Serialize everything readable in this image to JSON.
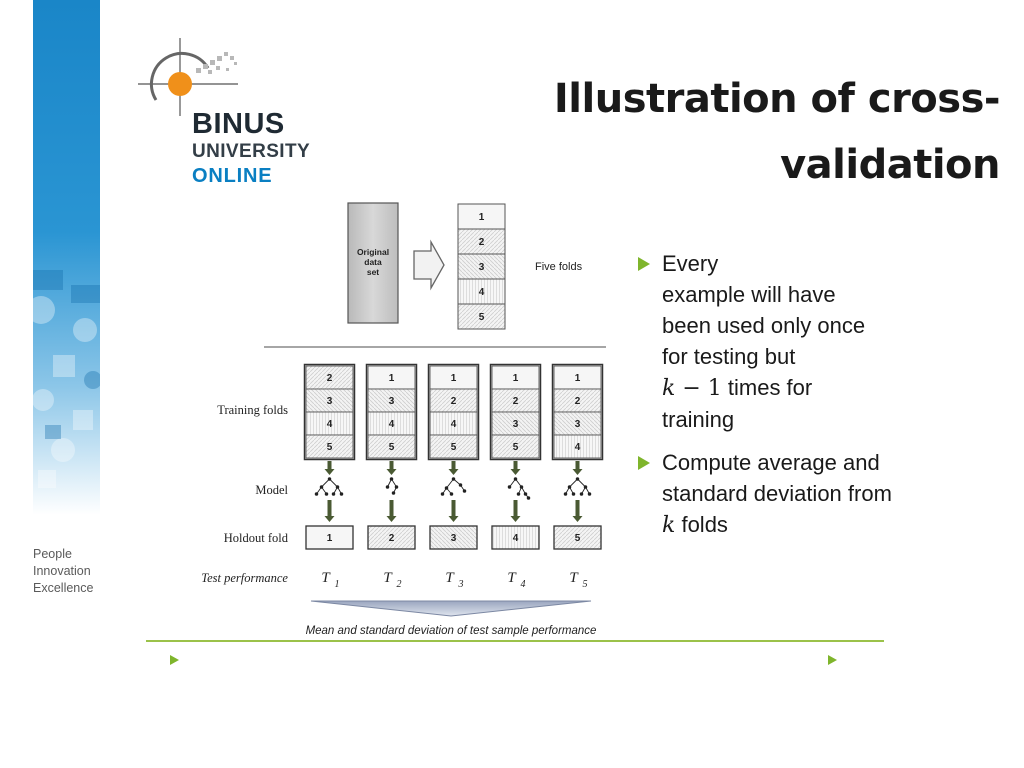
{
  "logo": {
    "line1": "BINUS",
    "line2": "UNIVERSITY",
    "line3": "ONLINE"
  },
  "tagline": [
    "People",
    "Innovation",
    "Excellence"
  ],
  "title": {
    "line1": "Illustration of cross-",
    "line2": "validation"
  },
  "bullets": [
    {
      "line1": "Every",
      "line2": "example will have",
      "line3": "been used only once",
      "line4": "for testing but",
      "math_k": "k",
      "math_rest": " − 1",
      "line5_suffix": " times for",
      "line6": "training"
    },
    {
      "line1": "Compute average and",
      "line2": "standard deviation from",
      "math_k": "k",
      "line3_suffix": " folds"
    }
  ],
  "diagram": {
    "original_label": [
      "Original",
      "data",
      "set"
    ],
    "five_folds_label": "Five folds",
    "five_folds": [
      "1",
      "2",
      "3",
      "4",
      "5"
    ],
    "row_labels": {
      "training": "Training folds",
      "model": "Model",
      "holdout": "Holdout fold",
      "test": "Test performance"
    },
    "training_folds": [
      [
        "2",
        "3",
        "4",
        "5"
      ],
      [
        "1",
        "3",
        "4",
        "5"
      ],
      [
        "1",
        "2",
        "4",
        "5"
      ],
      [
        "1",
        "2",
        "3",
        "5"
      ],
      [
        "1",
        "2",
        "3",
        "4"
      ]
    ],
    "holdout_folds": [
      "1",
      "2",
      "3",
      "4",
      "5"
    ],
    "test_labels": [
      {
        "t": "T",
        "sub": "1"
      },
      {
        "t": "T",
        "sub": "2"
      },
      {
        "t": "T",
        "sub": "3"
      },
      {
        "t": "T",
        "sub": "4"
      },
      {
        "t": "T",
        "sub": "5"
      }
    ],
    "bottom_label": "Mean and standard deviation of test sample performance"
  },
  "colors": {
    "accent_green": "#7fb52c",
    "footer_rule": "#9bc24a",
    "strip_blue": "#1e88c9",
    "logo_orange": "#f0901a",
    "online_blue": "#0a7fc2"
  },
  "icons": [
    "bullet-arrow-icon",
    "footer-arrow-icon",
    "down-arrow-icon",
    "tree-icon"
  ]
}
